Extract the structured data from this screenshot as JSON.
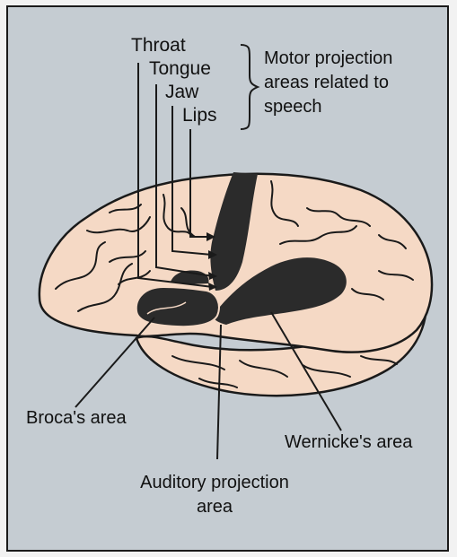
{
  "labels": {
    "throat": "Throat",
    "tongue": "Tongue",
    "jaw": "Jaw",
    "lips": "Lips",
    "motor_line1": "Motor projection",
    "motor_line2": "areas related to",
    "motor_line3": "speech",
    "broca": "Broca's area",
    "wernicke": "Wernicke's area",
    "auditory_line1": "Auditory projection",
    "auditory_line2": "area"
  },
  "colors": {
    "background": "#c5ccd2",
    "brain_fill": "#f5d9c5",
    "region_fill": "#2b2b2b",
    "outline": "#1a1a1a"
  }
}
